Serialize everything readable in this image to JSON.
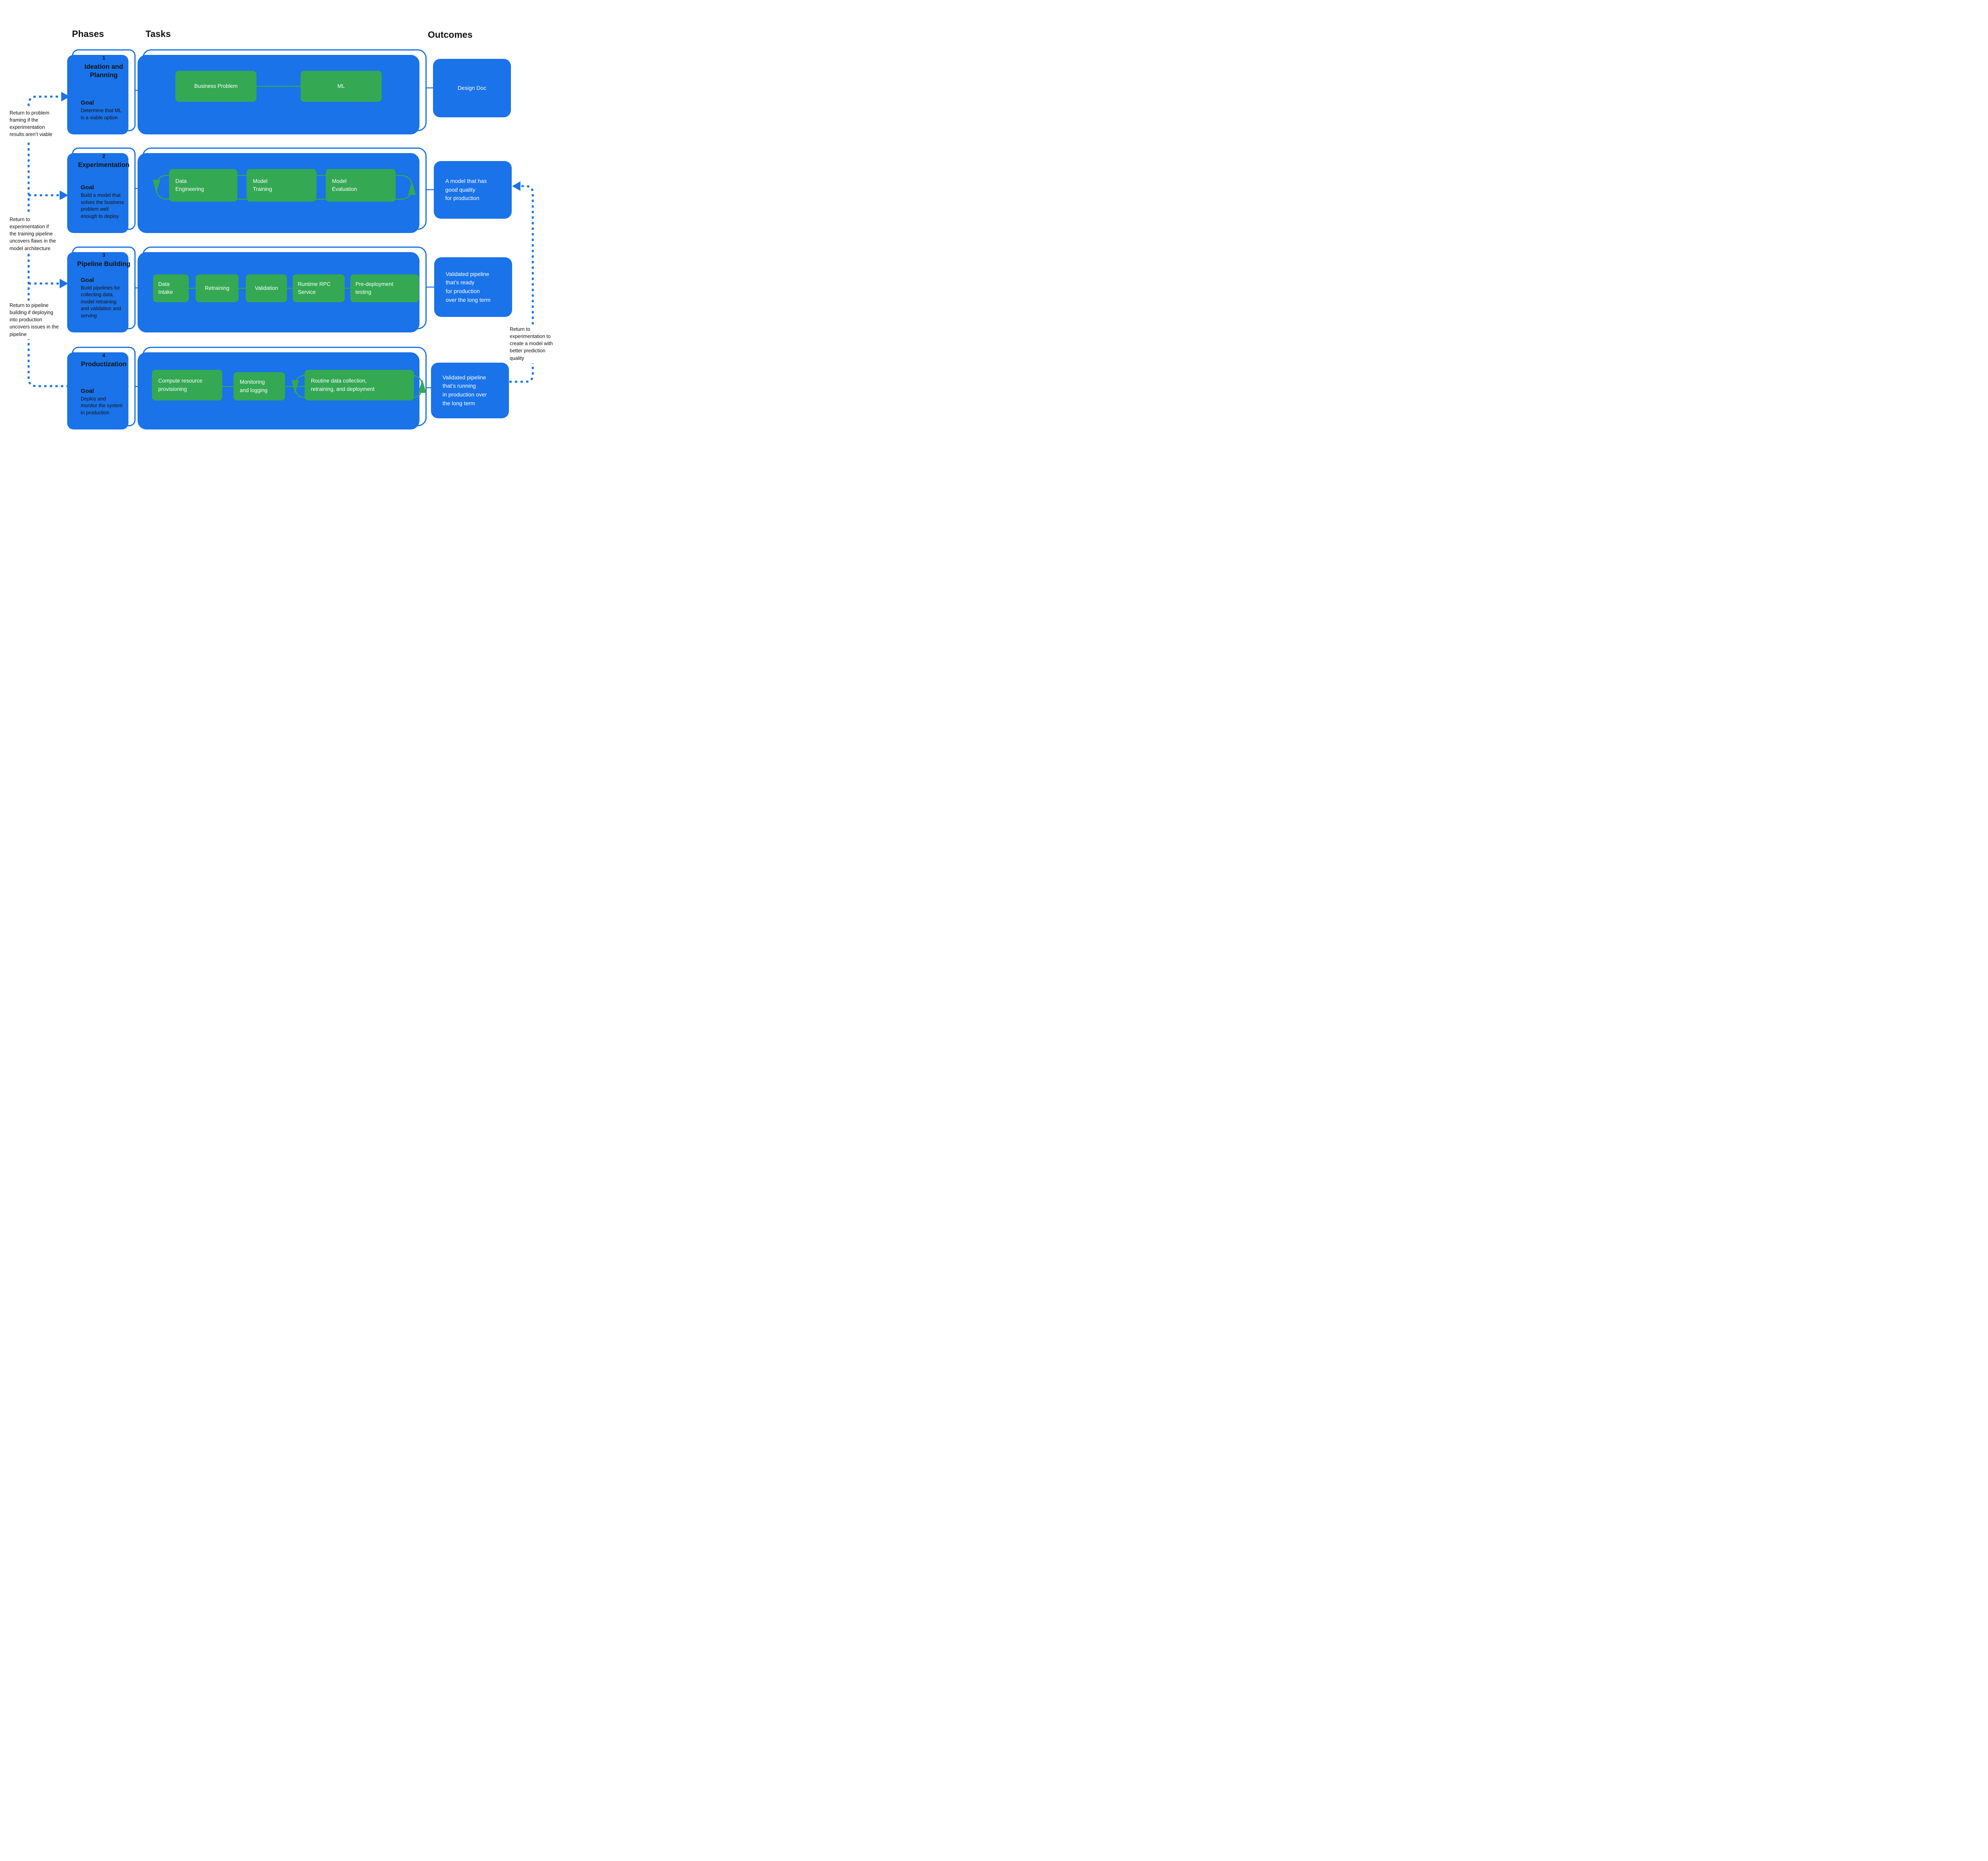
{
  "title_row": {
    "phases": "Phases",
    "tasks": "Tasks",
    "outcomes": "Outcomes"
  },
  "colors": {
    "accent_blue": "#1A73E8",
    "task_green": "#34A853",
    "text_dark": "#141414",
    "white": "#FFFFFF"
  },
  "phases": [
    {
      "number": "1",
      "title": "Ideation and\nPlanning",
      "goal_label": "Goal",
      "goal_text": "Determine that ML\nis a viable option"
    },
    {
      "number": "2",
      "title": "Experimentation",
      "goal_label": "Goal",
      "goal_text": "Build a model that\nsolves the business\nproblem well\nenough to deploy"
    },
    {
      "number": "3",
      "title": "Pipeline Building",
      "goal_label": "Goal",
      "goal_text": "Build pipelines for\ncollecting data,\nmodel retraining\nand validation and\nserving"
    },
    {
      "number": "4",
      "title": "Productization",
      "goal_label": "Goal",
      "goal_text": "Deploy and\nmonitor the system\nin production"
    }
  ],
  "tasks": {
    "row1": [
      "Business Problem",
      "ML"
    ],
    "row2": [
      "Data\nEngineering",
      "Model\nTraining",
      "Model\nEvaluation"
    ],
    "row3": [
      "Data\nIntake",
      "Retraining",
      "Validation",
      "Runtime RPC\nService",
      "Pre-deployment\ntesting"
    ],
    "row4": [
      "Compute resource\nprovisioning",
      "Monitoring\nand logging",
      "Routine data collection,\nretraining, and deployment"
    ]
  },
  "outcomes": [
    "Design Doc",
    "A model that has\ngood quality\nfor production",
    "Validated pipeline\nthat’s ready\nfor production\nover the long term",
    "Validated pipeline\nthat’s running\nin production over\nthe long term"
  ],
  "annotations": {
    "return_problem_framing": "Return to problem\nframing if the\nexperimentation\nresults aren’t viable",
    "return_experimentation_left": "Return to\nexperimentation if\nthe training pipeline\nuncovers flaws in the\nmodel architecture",
    "return_pipeline_building": "Return to pipeline\nbuilding if deploying\ninto production\nuncovers issues in the\npipeline",
    "return_experimentation_right": "Return to\nexperimentation to\ncreate a model with\nbetter prediction\nquality"
  }
}
